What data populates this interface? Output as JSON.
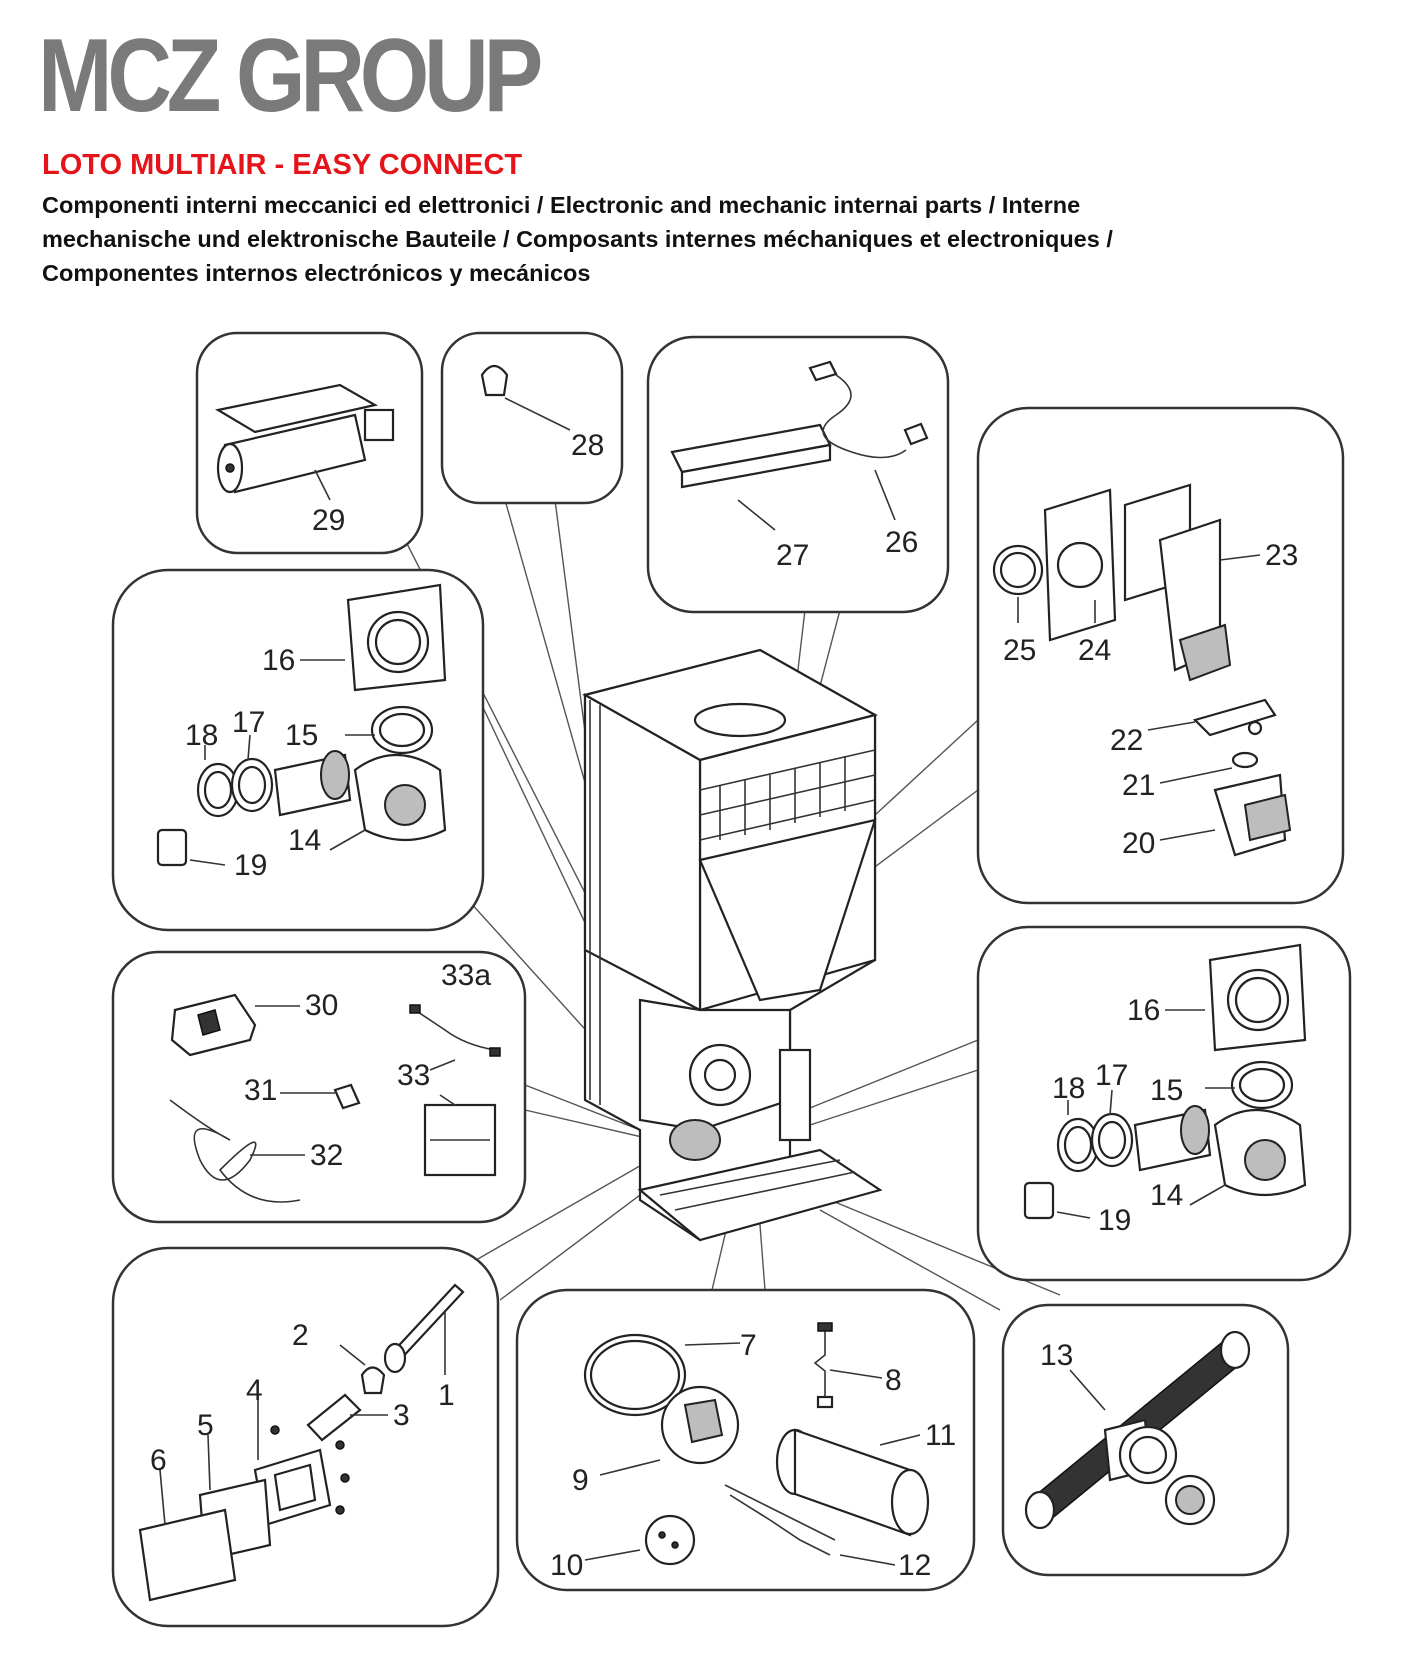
{
  "header": {
    "brand": "MCZ GROUP",
    "model": "LOTO MULTIAIR - EASY CONNECT",
    "description_lines": [
      "Componenti interni meccanici ed elettronici / Electronic and mechanic internai parts / Interne",
      "mechanische und elektronische Bauteile / Composants internes méchaniques et electroniques /",
      "Componentes internos electrónicos y mecánicos"
    ]
  },
  "parts": {
    "p1": "1",
    "p2": "2",
    "p3": "3",
    "p4": "4",
    "p5": "5",
    "p6": "6",
    "p7": "7",
    "p8": "8",
    "p9": "9",
    "p10": "10",
    "p11": "11",
    "p12": "12",
    "p13": "13",
    "p14": "14",
    "p15": "15",
    "p16": "16",
    "p17": "17",
    "p18": "18",
    "p19": "19",
    "p20": "20",
    "p21": "21",
    "p22": "22",
    "p23": "23",
    "p24": "24",
    "p25": "25",
    "p26": "26",
    "p27": "27",
    "p28": "28",
    "p29": "29",
    "p30": "30",
    "p31": "31",
    "p32": "32",
    "p33": "33",
    "p33a": "33a"
  },
  "colors": {
    "brand_grey": "#7a7a7a",
    "model_red": "#e5141b",
    "line": "#333333"
  }
}
